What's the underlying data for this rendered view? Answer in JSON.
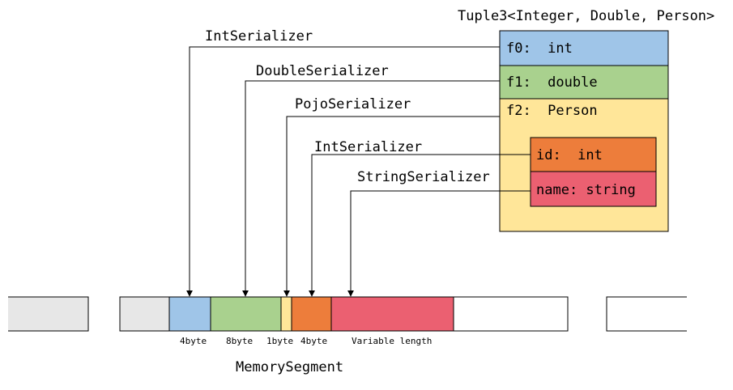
{
  "tuple": {
    "title": "Tuple3<Integer, Double, Person>",
    "fields": [
      {
        "label": "f0:  int",
        "color": "#9FC5E8"
      },
      {
        "label": "f1:  double",
        "color": "#A9D18E"
      },
      {
        "label": "f2:  Person",
        "color": "#FFE699"
      }
    ],
    "person_fields": [
      {
        "label": "id:  int",
        "color": "#ED7D3B"
      },
      {
        "label": "name: string",
        "color": "#EB6071"
      }
    ]
  },
  "serializers": [
    "IntSerializer",
    "DoubleSerializer",
    "PojoSerializer",
    "IntSerializer",
    "StringSerializer"
  ],
  "memory": {
    "title": "MemorySegment",
    "filler_color": "#E7E7E7",
    "size_labels": [
      "4byte",
      "8byte",
      "1byte",
      "4byte",
      "Variable length"
    ]
  }
}
